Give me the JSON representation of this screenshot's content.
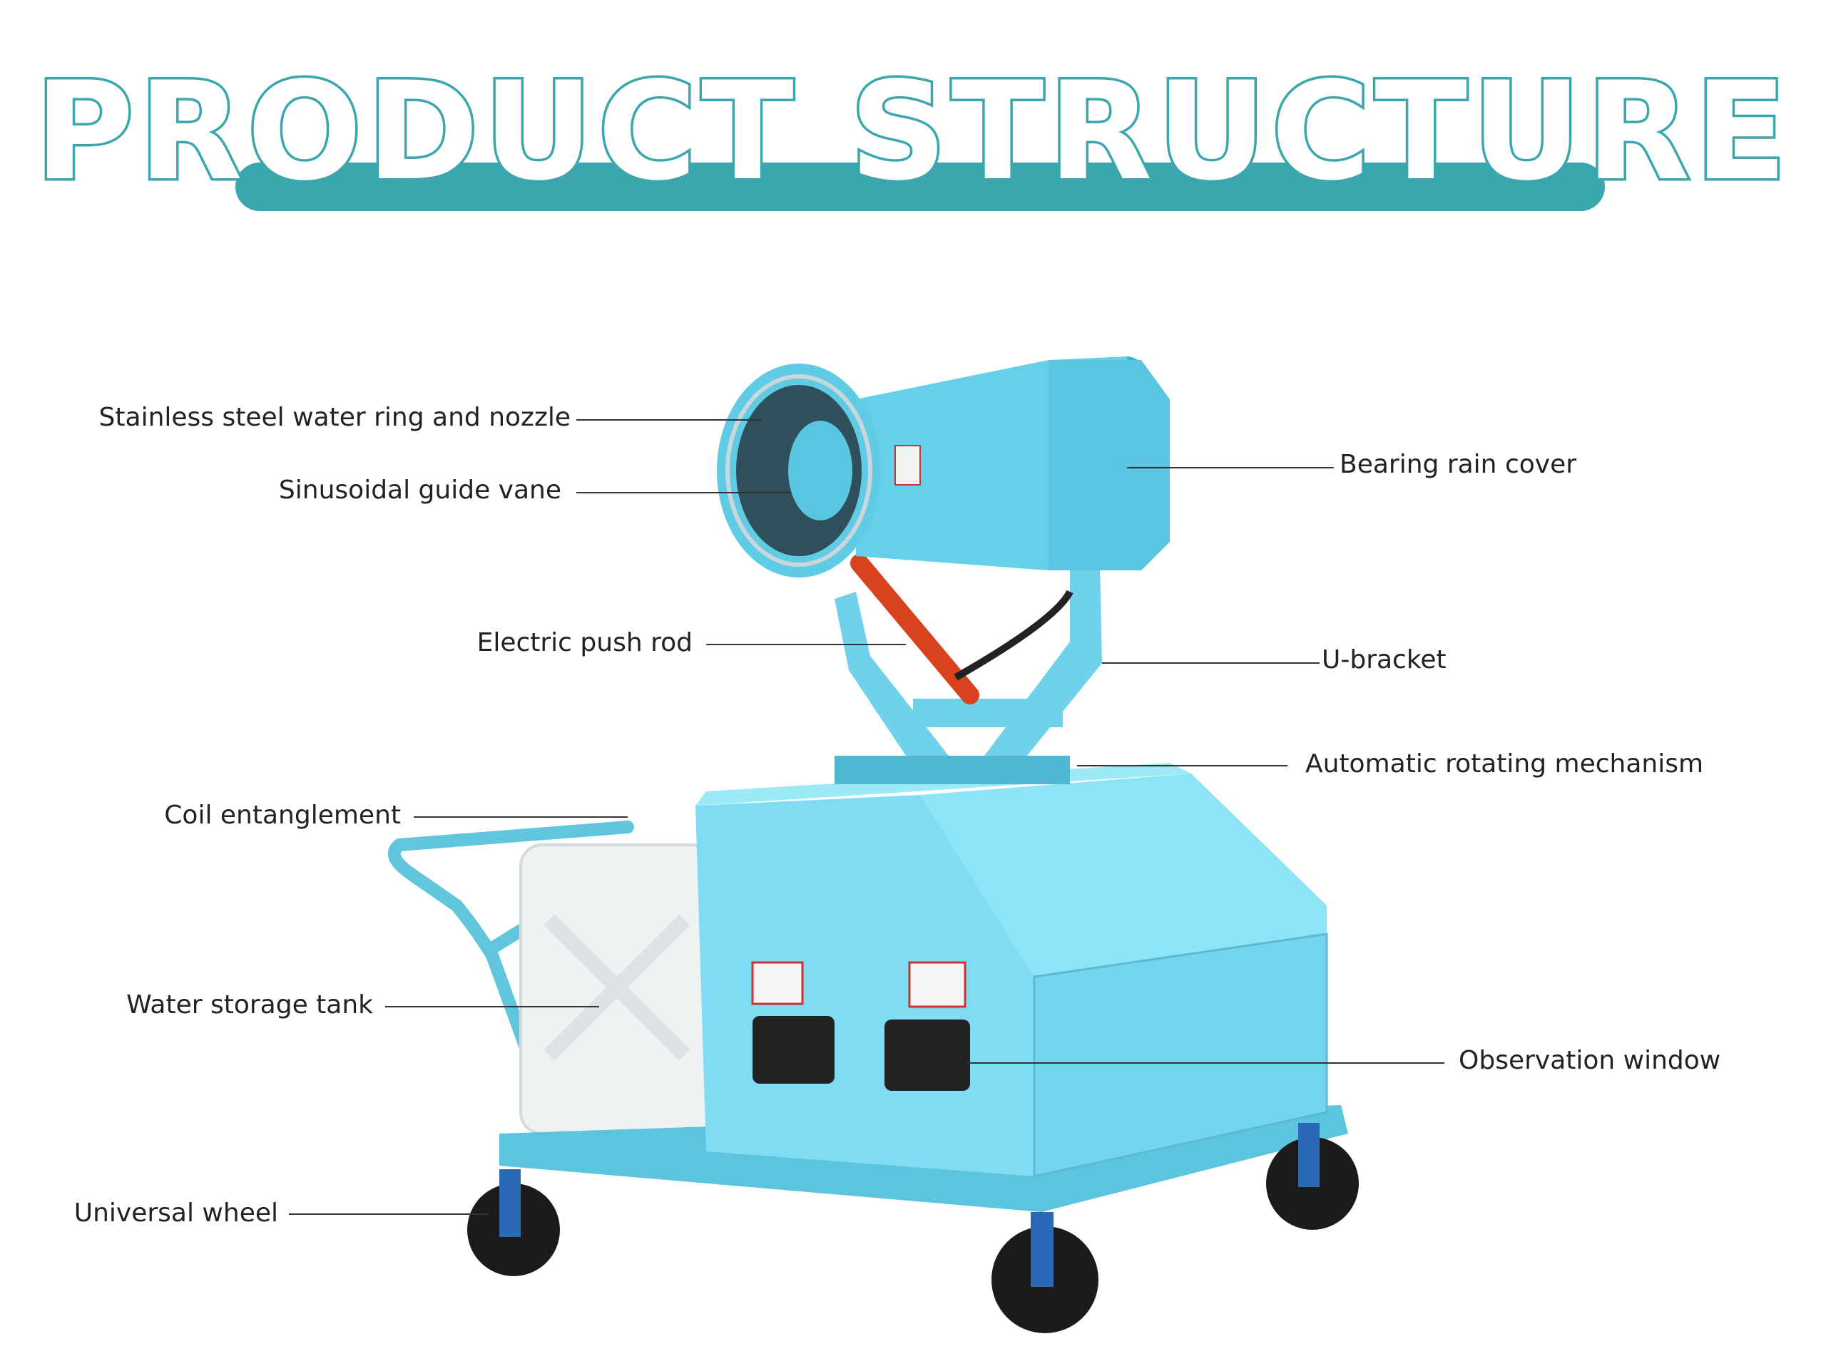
{
  "title": "PRODUCT STRUCTURE",
  "colors": {
    "accent": "#3aa6ad",
    "machine": "#63cde6",
    "machine_dark": "#3fb0cc"
  },
  "labels": {
    "nozzle": "Stainless steel water ring and nozzle",
    "vane": "Sinusoidal guide vane",
    "pushrod": "Electric push rod",
    "coil": "Coil entanglement",
    "tank": "Water storage tank",
    "wheel": "Universal wheel",
    "rain_cover": "Bearing rain cover",
    "ubracket": "U-bracket",
    "rotating": "Automatic rotating mechanism",
    "window": "Observation window"
  }
}
